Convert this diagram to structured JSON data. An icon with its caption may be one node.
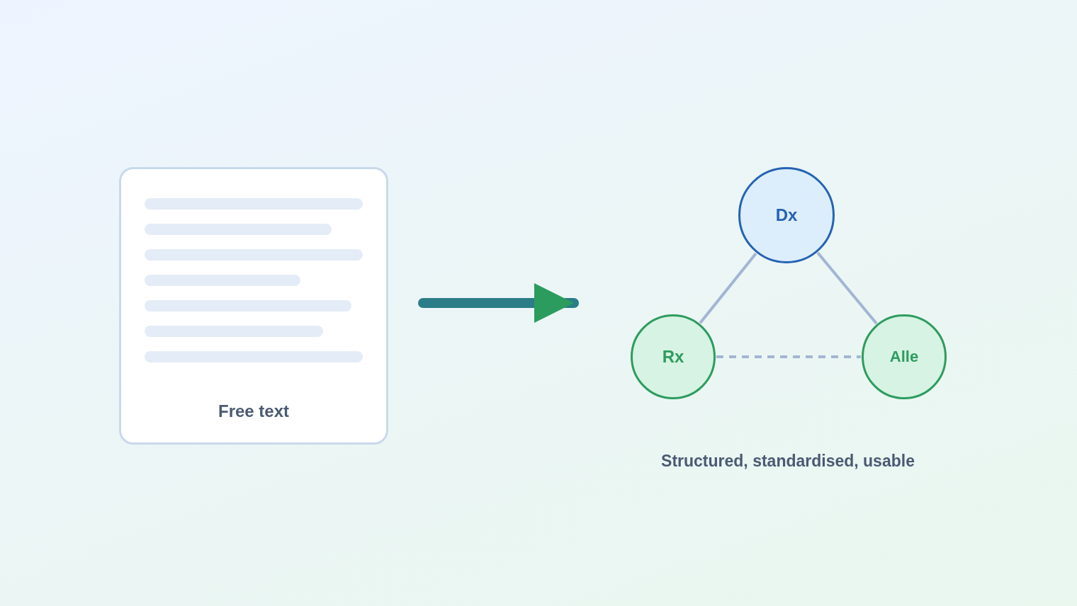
{
  "diagram": {
    "nodes": [
      {
        "text": [
          "Free text"
        ]
      },
      {
        "text": [
          "Dx"
        ]
      },
      {
        "text": [
          "Rx"
        ]
      },
      {
        "text": [
          "Alle"
        ]
      }
    ],
    "edges": [
      {
        "from": 0,
        "to": null,
        "arrow": "to",
        "style": "thick",
        "color": "#2b7d87"
      },
      {
        "from": 1,
        "to": 2,
        "arrow": "none"
      },
      {
        "from": 1,
        "to": 3,
        "arrow": "none"
      },
      {
        "from": 2,
        "to": 3,
        "arrow": "none",
        "style": "dashed"
      }
    ],
    "labels": [
      "Structured, standardised, usable"
    ]
  }
}
